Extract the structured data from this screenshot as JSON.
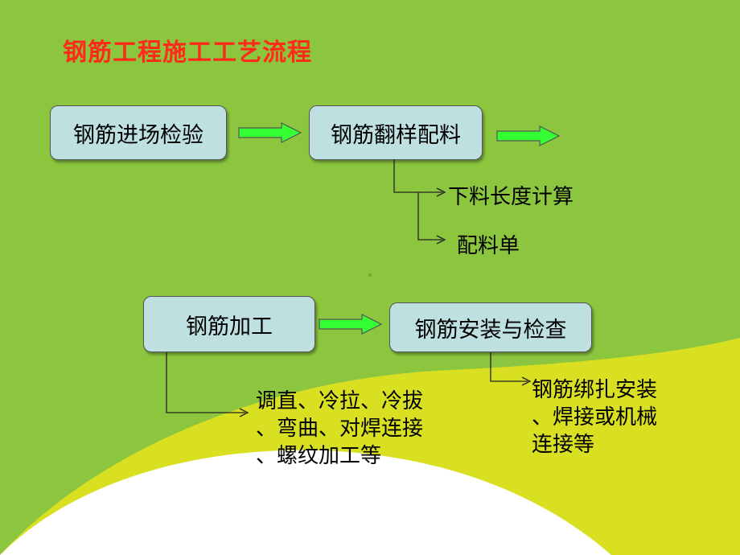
{
  "slide": {
    "title": "钢筋工程施工工艺流程",
    "colors": {
      "background": "#8cc63f",
      "accent_yellow": "#d9e021",
      "accent_white": "#ffffff",
      "title": "#ff2a1a",
      "box_fill": "#bfe0e0",
      "arrow_fill": "#33ff33"
    }
  },
  "flow": {
    "step1": "钢筋进场检验",
    "step2": "钢筋翻样配料",
    "step2_sub1": "下料长度计算",
    "step2_sub2": "配料单",
    "step3": "钢筋加工",
    "step3_detail": [
      "调直、冷拉、冷拔",
      "、弯曲、对焊连接",
      "、螺纹加工等"
    ],
    "step4": "钢筋安装与检查",
    "step4_detail": [
      "钢筋绑扎安装",
      "、焊接或机械",
      "连接等"
    ]
  }
}
